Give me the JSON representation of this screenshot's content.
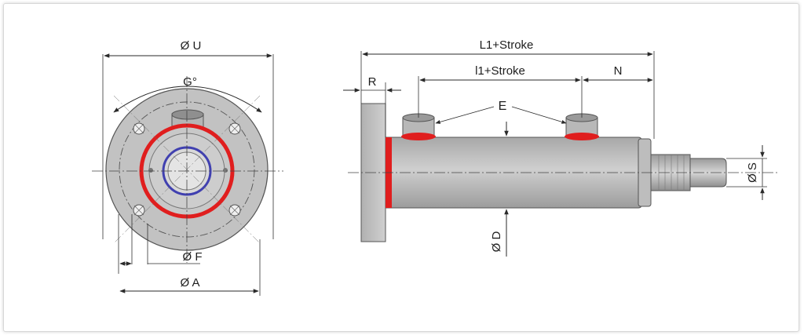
{
  "front_view": {
    "dim_u": "Ø U",
    "dim_g": "G°",
    "dim_f": "Ø F",
    "dim_a": "Ø A"
  },
  "side_view": {
    "dim_l1": "L1+Stroke",
    "dim_l1_small": "l1+Stroke",
    "dim_r": "R",
    "dim_n": "N",
    "dim_e": "E",
    "dim_d": "Ø D",
    "dim_s": "Ø S"
  },
  "colors": {
    "body": "#c4c4c4",
    "body_dark": "#9a9a9a",
    "seal_red": "#e01e1e",
    "seal_blue": "#4040b0",
    "line": "#2a2a2a"
  }
}
